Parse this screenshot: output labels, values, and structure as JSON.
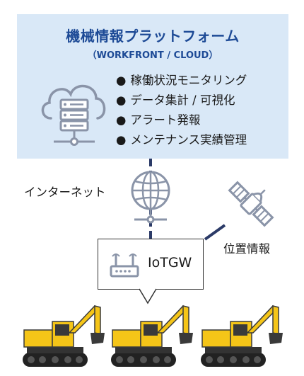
{
  "platform": {
    "title": "機械情報プラットフォーム",
    "subtitle": "（WORKFRONT / CLOUD）",
    "features": [
      "稼働状況モニタリング",
      "データ集計 / 可視化",
      "アラート発報",
      "メンテナンス実績管理"
    ]
  },
  "internet_label": "インターネット",
  "gps_label": "位置情報",
  "gateway_label": "IoTGW",
  "colors": {
    "panel_bg": "#d9e8f7",
    "title": "#1d4a96",
    "icon_gray": "#8a94a8",
    "line_navy": "#2b3a67",
    "excavator_yellow": "#f5c518"
  }
}
